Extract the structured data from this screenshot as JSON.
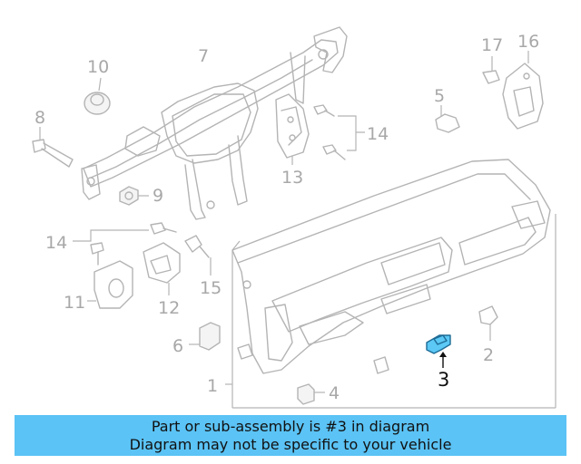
{
  "callouts": {
    "c1": "1",
    "c2": "2",
    "c3": "3",
    "c4": "4",
    "c5": "5",
    "c6": "6",
    "c7": "7",
    "c8": "8",
    "c9": "9",
    "c10": "10",
    "c11": "11",
    "c12": "12",
    "c13": "13",
    "c14a": "14",
    "c14b": "14",
    "c15": "15",
    "c16": "16",
    "c17": "17"
  },
  "highlighted_part": "3",
  "colors": {
    "banner_bg": "#5bc3f5",
    "highlight": "#5bc8f5",
    "line_gray": "#b4b4b4"
  },
  "banner": {
    "line1": "Part or sub-assembly is #3 in diagram",
    "line2": "Diagram may not be specific to your vehicle"
  }
}
